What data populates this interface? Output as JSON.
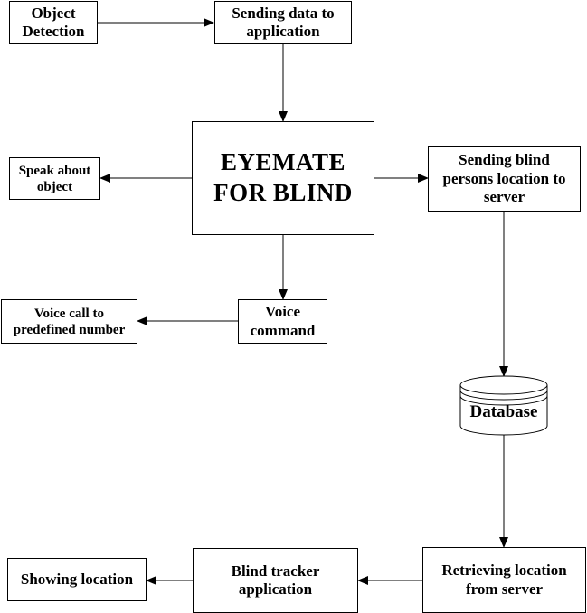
{
  "nodes": {
    "object_detection": "Object\nDetection",
    "sending_data": "Sending data to\napplication",
    "eyemate": "EYEMATE\nFOR BLIND",
    "speak_about_object": "Speak about\nobject",
    "sending_location": "Sending blind\npersons location to\nserver",
    "voice_command": "Voice\ncommand",
    "voice_call": "Voice call to\npredefined number",
    "database": "Database",
    "showing_location": "Showing location",
    "blind_tracker": "Blind tracker\napplication",
    "retrieving_location": "Retrieving location\nfrom server"
  }
}
